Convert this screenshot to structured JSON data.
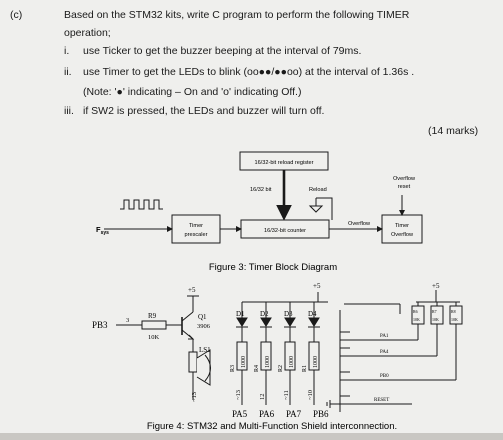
{
  "question": {
    "label": "(c)",
    "intro_line1": "Based on the STM32 kits, write C program to perform the following TIMER",
    "intro_line2": "operation;",
    "items": [
      {
        "num": "i.",
        "text": "use Ticker to get the buzzer beeping at the interval of 79ms."
      },
      {
        "num": "ii.",
        "text": "use Timer to get the LEDs to blink (oo●●/●●oo) at the interval of 1.36s ."
      },
      {
        "num": "",
        "text": "(Note: '●' indicating – On and 'o' indicating Off.)"
      },
      {
        "num": "iii.",
        "text": "if SW2 is pressed, the LEDs and buzzer will turn off."
      }
    ],
    "marks": "(14 marks)"
  },
  "figure3": {
    "reload_register": "16/32-bit reload register",
    "label_1632bit": "16/32 bit",
    "label_reload": "Reload",
    "label_overflow_reset_1": "Overflow",
    "label_overflow_reset_2": "reset",
    "label_fsys": "F",
    "label_fsys_sub": "sys",
    "prescaler_1": "Timer",
    "prescaler_2": "prescaler",
    "counter": "16/32-bit counter",
    "label_overflow": "Overflow",
    "timer_overflow_1": "Timer",
    "timer_overflow_2": "Overflow",
    "caption": "Figure 3: Timer Block Diagram"
  },
  "figure4": {
    "plus5_a": "+5",
    "plus5_b": "+5",
    "plus5_c": "+5",
    "pb3": "PB3",
    "pin3": "3",
    "r9": "R9",
    "r9_val": "10K",
    "q1": "Q1",
    "q1_part": "3906",
    "ls1": "LS1",
    "pin13": "~13",
    "led_labels": [
      "D1",
      "D2",
      "D3",
      "D4"
    ],
    "res_labels": [
      "R3",
      "R4",
      "R2",
      "R1"
    ],
    "res_vals": [
      "1000",
      "1000",
      "1000",
      "1000"
    ],
    "pin_labels": [
      "~13",
      "12",
      "~11",
      "~10"
    ],
    "port_labels": [
      "PA5",
      "PA6",
      "PA7",
      "PB6"
    ],
    "sw_labels": [
      "PA1",
      "PA4",
      "PB0",
      "RESET"
    ],
    "resistors_right": [
      "R6",
      "R7",
      "R8"
    ],
    "res_right_vals": [
      "10K",
      "10K",
      "10K"
    ],
    "caption": "Figure 4: STM32 and Multi-Function Shield interconnection."
  }
}
